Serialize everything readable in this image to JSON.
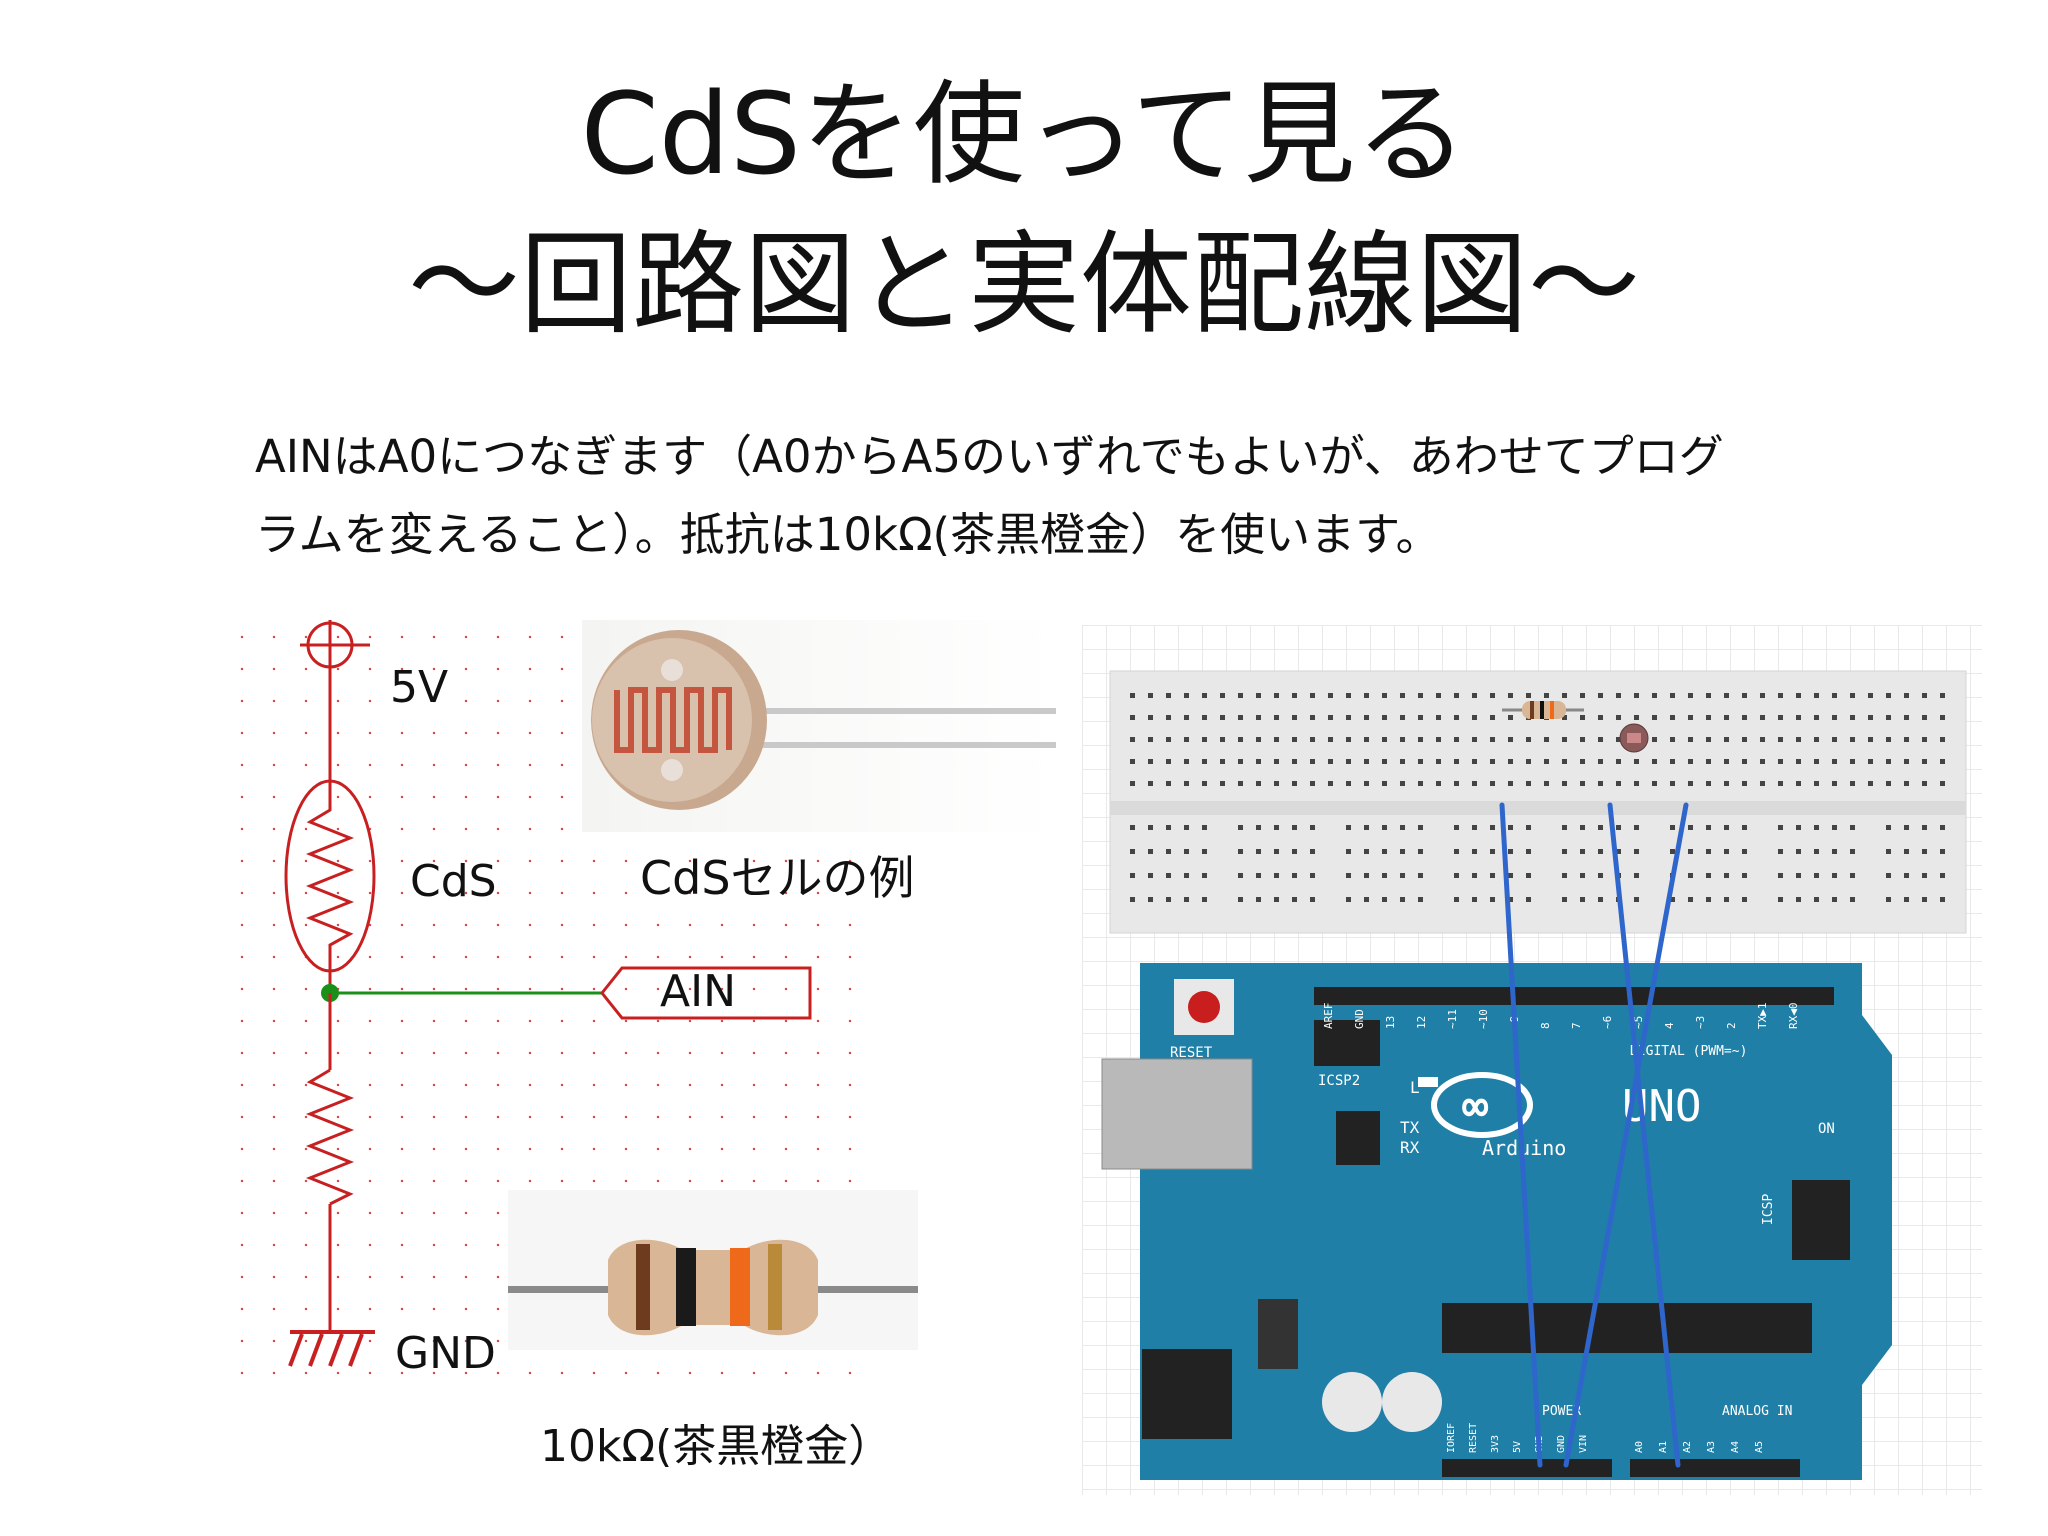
{
  "title": {
    "line1": "CdSを使って見る",
    "line2": "〜回路図と実体配線図〜"
  },
  "description": {
    "line1": "AINはA0につなぎます（A0からA5のいずれでもよいが、あわせてプログ",
    "line2": "ラムを変えること）。抵抗は10kΩ(茶黒橙金）を使います。"
  },
  "schematic": {
    "supply_label": "5V",
    "cds_label": "CdS",
    "ain_label": "AIN",
    "gnd_label": "GND",
    "colors": {
      "component": "#c82020",
      "wire": "#1a8f1a",
      "node": "#1a8f1a"
    }
  },
  "photos": {
    "cds_caption": "CdSセルの例",
    "resistor_caption": "10kΩ(茶黒橙金）"
  },
  "breadboard_view": {
    "board_labels": {
      "reset": "RESET",
      "icsp2": "ICSP2",
      "led_l": "L",
      "led_tx": "TX",
      "led_rx": "RX",
      "uno": "UNO",
      "arduino": "Arduino",
      "on": "ON",
      "digital": "DIGITAL (PWM=~)",
      "icsp": "ICSP",
      "power": "POWER",
      "analog": "ANALOG IN",
      "top_pins": [
        "AREF",
        "GND",
        "13",
        "12",
        "~11",
        "~10",
        "~9",
        "8",
        "7",
        "~6",
        "~5",
        "4",
        "~3",
        "2",
        "TX▶1",
        "RX◀0"
      ],
      "bottom_pins": [
        "IOREF",
        "RESET",
        "3V3",
        "5V",
        "GND",
        "GND",
        "VIN",
        "A0",
        "A1",
        "A2",
        "A3",
        "A4",
        "A5"
      ]
    },
    "colors": {
      "board": "#1f7fa6",
      "jumper": "#2f66cc",
      "breadboard": "#e8e8e8"
    }
  }
}
